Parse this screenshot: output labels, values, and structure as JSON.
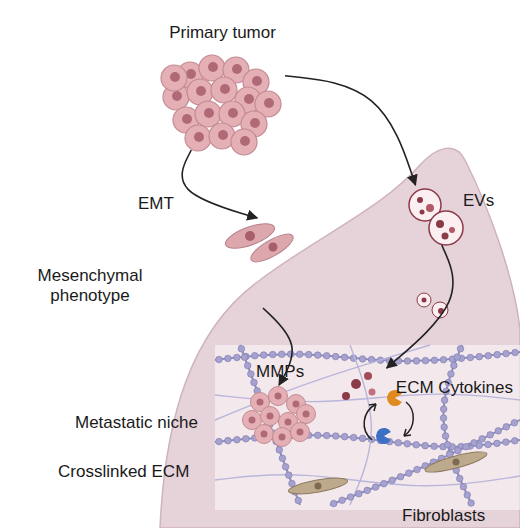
{
  "diagram": {
    "nodes": [
      {
        "text": [
          "Primary tumor"
        ]
      },
      {
        "text": [
          "Mesenchymal phenotype"
        ]
      },
      {
        "text": [
          "EVs"
        ]
      },
      {
        "text": [
          "Metastatic niche"
        ]
      },
      {
        "text": [
          "ECM Cytokines"
        ]
      }
    ],
    "edges": [
      {
        "from": 0,
        "to": 1,
        "label": "EMT",
        "arrow": "to"
      },
      {
        "from": 0,
        "to": 2,
        "arrow": "to"
      },
      {
        "from": 2,
        "to": 4,
        "arrow": "to"
      },
      {
        "from": 1,
        "to": 3,
        "arrow": "to"
      }
    ],
    "labels": [
      "MMPs",
      "Crosslinked ECM",
      "Fibroblasts"
    ]
  }
}
